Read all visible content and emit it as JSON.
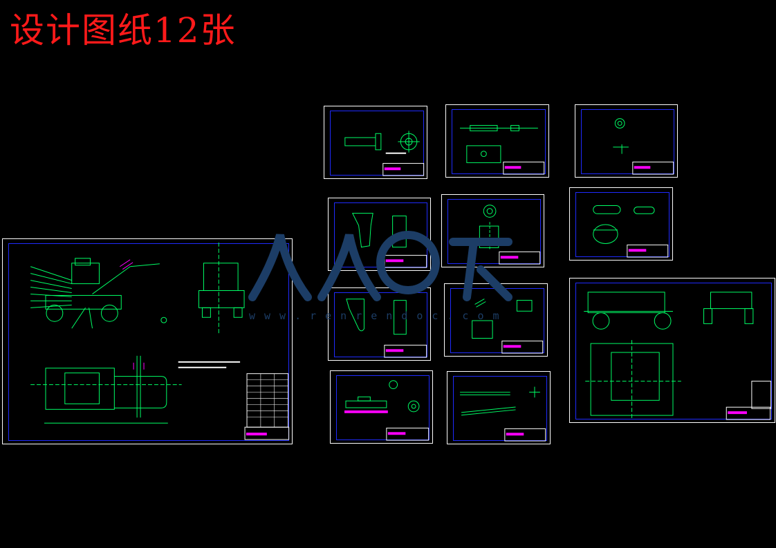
{
  "page": {
    "title": "设计图纸12张"
  },
  "watermark": {
    "url": "www.renrendoc.com"
  },
  "colors": {
    "background": "#000000",
    "title": "#ff1a1a",
    "sheet_border": "#ffffff",
    "inner_border": "#1f2bff",
    "drawing_green": "#00ff66",
    "drawing_magenta": "#ff00ff",
    "watermark": "#1c3d66"
  },
  "sheets": [
    {
      "id": "assembly-main"
    },
    {
      "id": "part-1"
    },
    {
      "id": "part-2"
    },
    {
      "id": "part-3"
    },
    {
      "id": "part-4"
    },
    {
      "id": "part-5"
    },
    {
      "id": "part-6"
    },
    {
      "id": "part-7"
    },
    {
      "id": "part-8"
    },
    {
      "id": "part-9"
    },
    {
      "id": "part-10"
    },
    {
      "id": "assembly-frame"
    }
  ]
}
